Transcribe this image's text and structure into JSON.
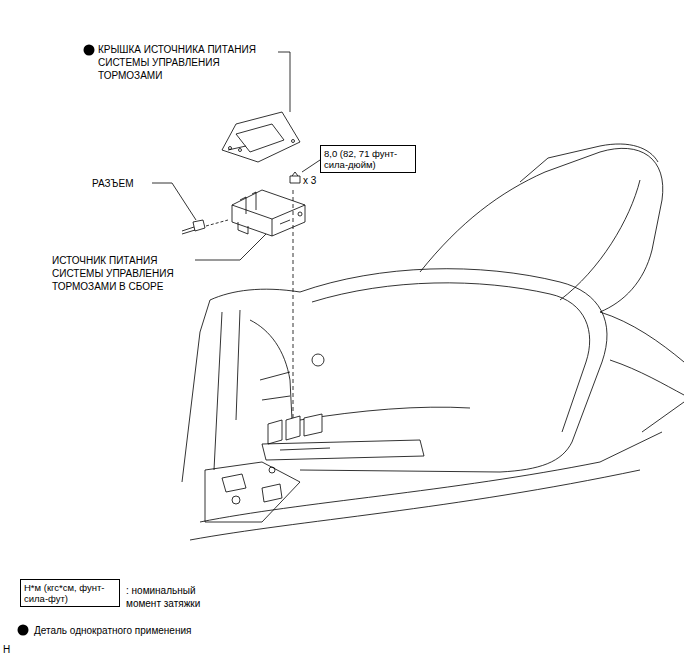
{
  "diagram": {
    "nodes": [
      {
        "text": [
          "8,0 (82, 71 фунт-сила-дюйм)"
        ]
      },
      {
        "text": [
          "Н*м (кгс*см, фунт-сила-фут)"
        ]
      }
    ],
    "labels": [
      "КРЫШКА ИСТОЧНИКА ПИТАНИЯ СИСТЕМЫ УПРАВЛЕНИЯ ТОРМОЗАМИ",
      "РАЗЪЕМ",
      "ИСТОЧНИК ПИТАНИЯ СИСТЕМЫ УПРАВЛЕНИЯ ТОРМОЗАМИ В СБОРЕ",
      "x 3",
      "H"
    ],
    "legend": [
      {
        "text": ": номинальный момент затяжки"
      },
      {
        "text": "Деталь однократного применения"
      }
    ]
  }
}
